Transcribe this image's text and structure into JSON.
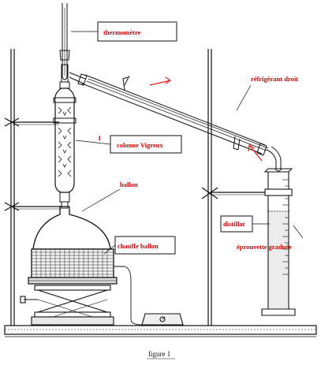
{
  "diagram": {
    "labels": {
      "thermometre": "thermomètre",
      "refrigerant": "réfrigérant droit",
      "number": "1",
      "colonne": "colonne Vigreux",
      "ballon": "ballon",
      "chauffe": "chauffe ballon",
      "distillat": "distillat",
      "eprouvette": "éprouvette graduée"
    },
    "caption": "figure 1",
    "colors": {
      "label_text": "#d40000",
      "line": "#111111",
      "flow_arrow": "#e02020",
      "label_box_bg": "#ffffff"
    }
  }
}
